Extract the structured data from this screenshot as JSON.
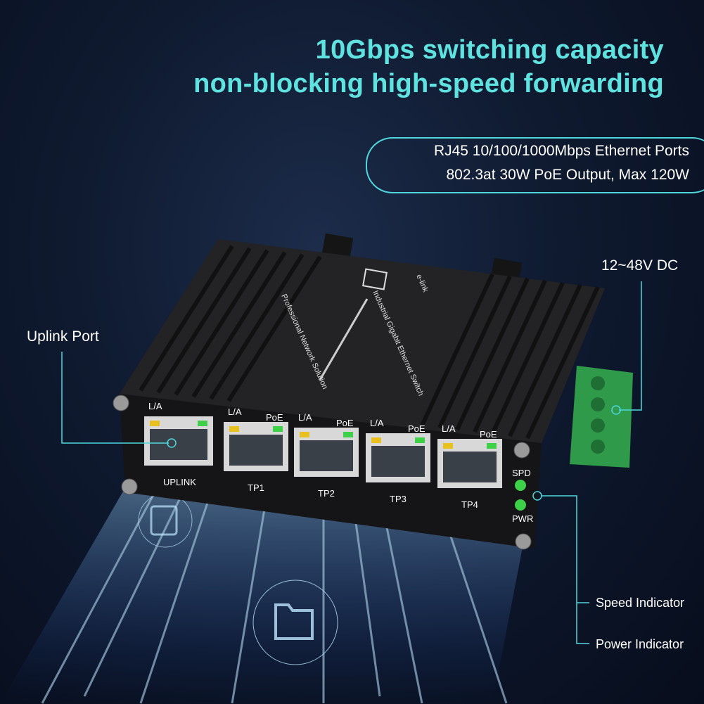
{
  "headline": {
    "line1": "10Gbps switching capacity",
    "line2": "non-blocking high-speed forwarding"
  },
  "spec_box": {
    "line1": "RJ45 10/100/1000Mbps Ethernet Ports",
    "line2": "802.3at 30W PoE Output, Max 120W"
  },
  "callouts": {
    "power_input": "12~48V DC",
    "uplink": "Uplink Port",
    "speed": "Speed Indicator",
    "power": "Power Indicator"
  },
  "device": {
    "brand": "e-link",
    "top_text1": "Industrial Gigabit Ethernet Switch",
    "top_text2": "Professional Network Solution",
    "ports": [
      {
        "name": "UPLINK",
        "leds": [
          "L/A",
          ""
        ]
      },
      {
        "name": "TP1",
        "leds": [
          "L/A",
          "PoE"
        ]
      },
      {
        "name": "TP2",
        "leds": [
          "L/A",
          "PoE"
        ]
      },
      {
        "name": "TP3",
        "leds": [
          "L/A",
          "PoE"
        ]
      },
      {
        "name": "TP4",
        "leds": [
          "L/A",
          "PoE"
        ]
      }
    ],
    "indicators": [
      "SPD",
      "PWR"
    ]
  },
  "colors": {
    "accent": "#5fe3e0",
    "background": "#0f1a30",
    "device": "#1c1c1e",
    "terminal": "#2f9a4a",
    "led_green": "#3fd04a",
    "led_amber": "#e8c020"
  },
  "icons": [
    "document-icon",
    "image-icon",
    "folder-icon"
  ]
}
